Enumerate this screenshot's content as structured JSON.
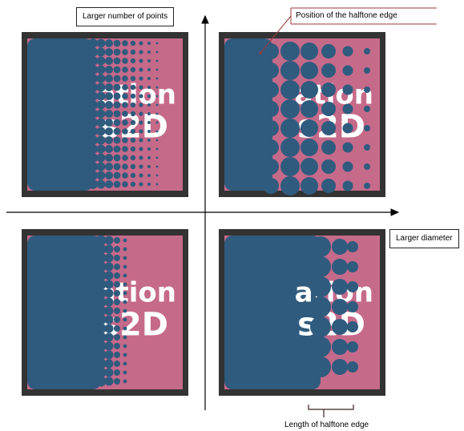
{
  "labels": {
    "larger_points": "Larger number of points",
    "halftone_position": "Position of the halftone edge",
    "larger_diameter": "Larger diameter",
    "halftone_length": "Length of halftone edge"
  },
  "panel_text": {
    "line1": "ation",
    "line2": "s2D"
  },
  "colors": {
    "blue": "#2f5b7e",
    "pink": "#c66a8a",
    "frame": "#333333",
    "text_overlay": "#ffffff",
    "callout": "#9b3a3a"
  },
  "panels": [
    {
      "name": "top-left",
      "description_key": "many-small-dots"
    },
    {
      "name": "top-right",
      "description_key": "large-dots-offset"
    },
    {
      "name": "bottom-left",
      "description_key": "many-small-dots-short-edge"
    },
    {
      "name": "bottom-right",
      "description_key": "large-dots-short-edge"
    }
  ]
}
